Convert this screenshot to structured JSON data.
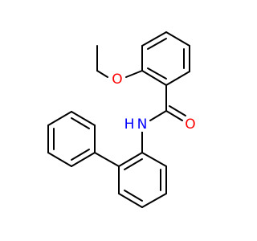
{
  "molecule": {
    "atoms": {
      "oxygen_ether": "O",
      "nitrogen_amide": "N",
      "hydrogen_amide": "H",
      "oxygen_carbonyl": "O"
    },
    "colors": {
      "oxygen": "#ff0000",
      "nitrogen": "#0000ff",
      "bond": "#000000",
      "background": "#ffffff"
    }
  }
}
